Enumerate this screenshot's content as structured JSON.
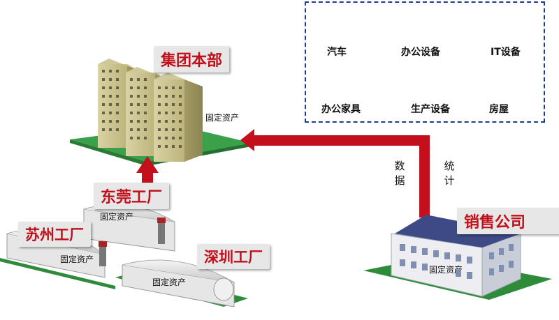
{
  "nodes": {
    "hq": {
      "title": "集团本部",
      "asset_label": "固定资产"
    },
    "dongguan": {
      "title": "东莞工厂",
      "asset_label": "固定资产"
    },
    "suzhou": {
      "title": "苏州工厂",
      "asset_label": "固定资产"
    },
    "shenzhen": {
      "title": "深圳工厂",
      "asset_label": "固定资产"
    },
    "sales": {
      "title": "销售公司",
      "asset_label": "固定资产"
    }
  },
  "flow_label": {
    "left": [
      "数",
      "据"
    ],
    "right": [
      "统",
      "计"
    ]
  },
  "legend": {
    "border_color": "#1e3d8f",
    "items": [
      {
        "label": "汽车",
        "icon": "car-icon"
      },
      {
        "label": "办公设备",
        "icon": "office-equipment-icon"
      },
      {
        "label": "IT设备",
        "icon": "computer-icon"
      },
      {
        "label": "办公家具",
        "icon": "office-desk-icon"
      },
      {
        "label": "生产设备",
        "icon": "production-line-icon"
      },
      {
        "label": "房屋",
        "icon": "house-icon"
      }
    ]
  },
  "colors": {
    "arrow": "#c4101c",
    "title_text": "#c0101c",
    "lawn": "#3aa14a"
  }
}
